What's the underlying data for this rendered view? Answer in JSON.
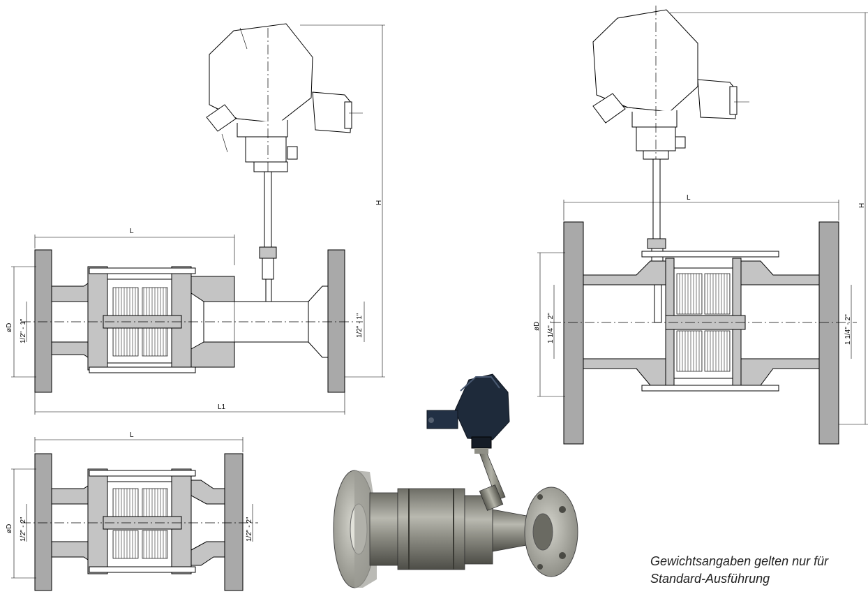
{
  "drawing1": {
    "len": "L",
    "len_total": "L1",
    "height": "H",
    "dia": "øD",
    "bore_left": "1/2\" - 1\"",
    "bore_right": "1/2\" - 1\""
  },
  "drawing2": {
    "len": "L",
    "height": "H",
    "dia": "øD",
    "bore_left": "1 1/4\" - 2\"",
    "bore_right": "1 1/4\" - 2\""
  },
  "drawing3": {
    "len": "L",
    "dia": "øD",
    "bore_left": "1/2\" - 2\"",
    "bore_right": "1/2\" - 2\""
  },
  "note": {
    "line1": "Gewichtsangaben gelten nur für",
    "line2": "Standard-Ausführung"
  }
}
